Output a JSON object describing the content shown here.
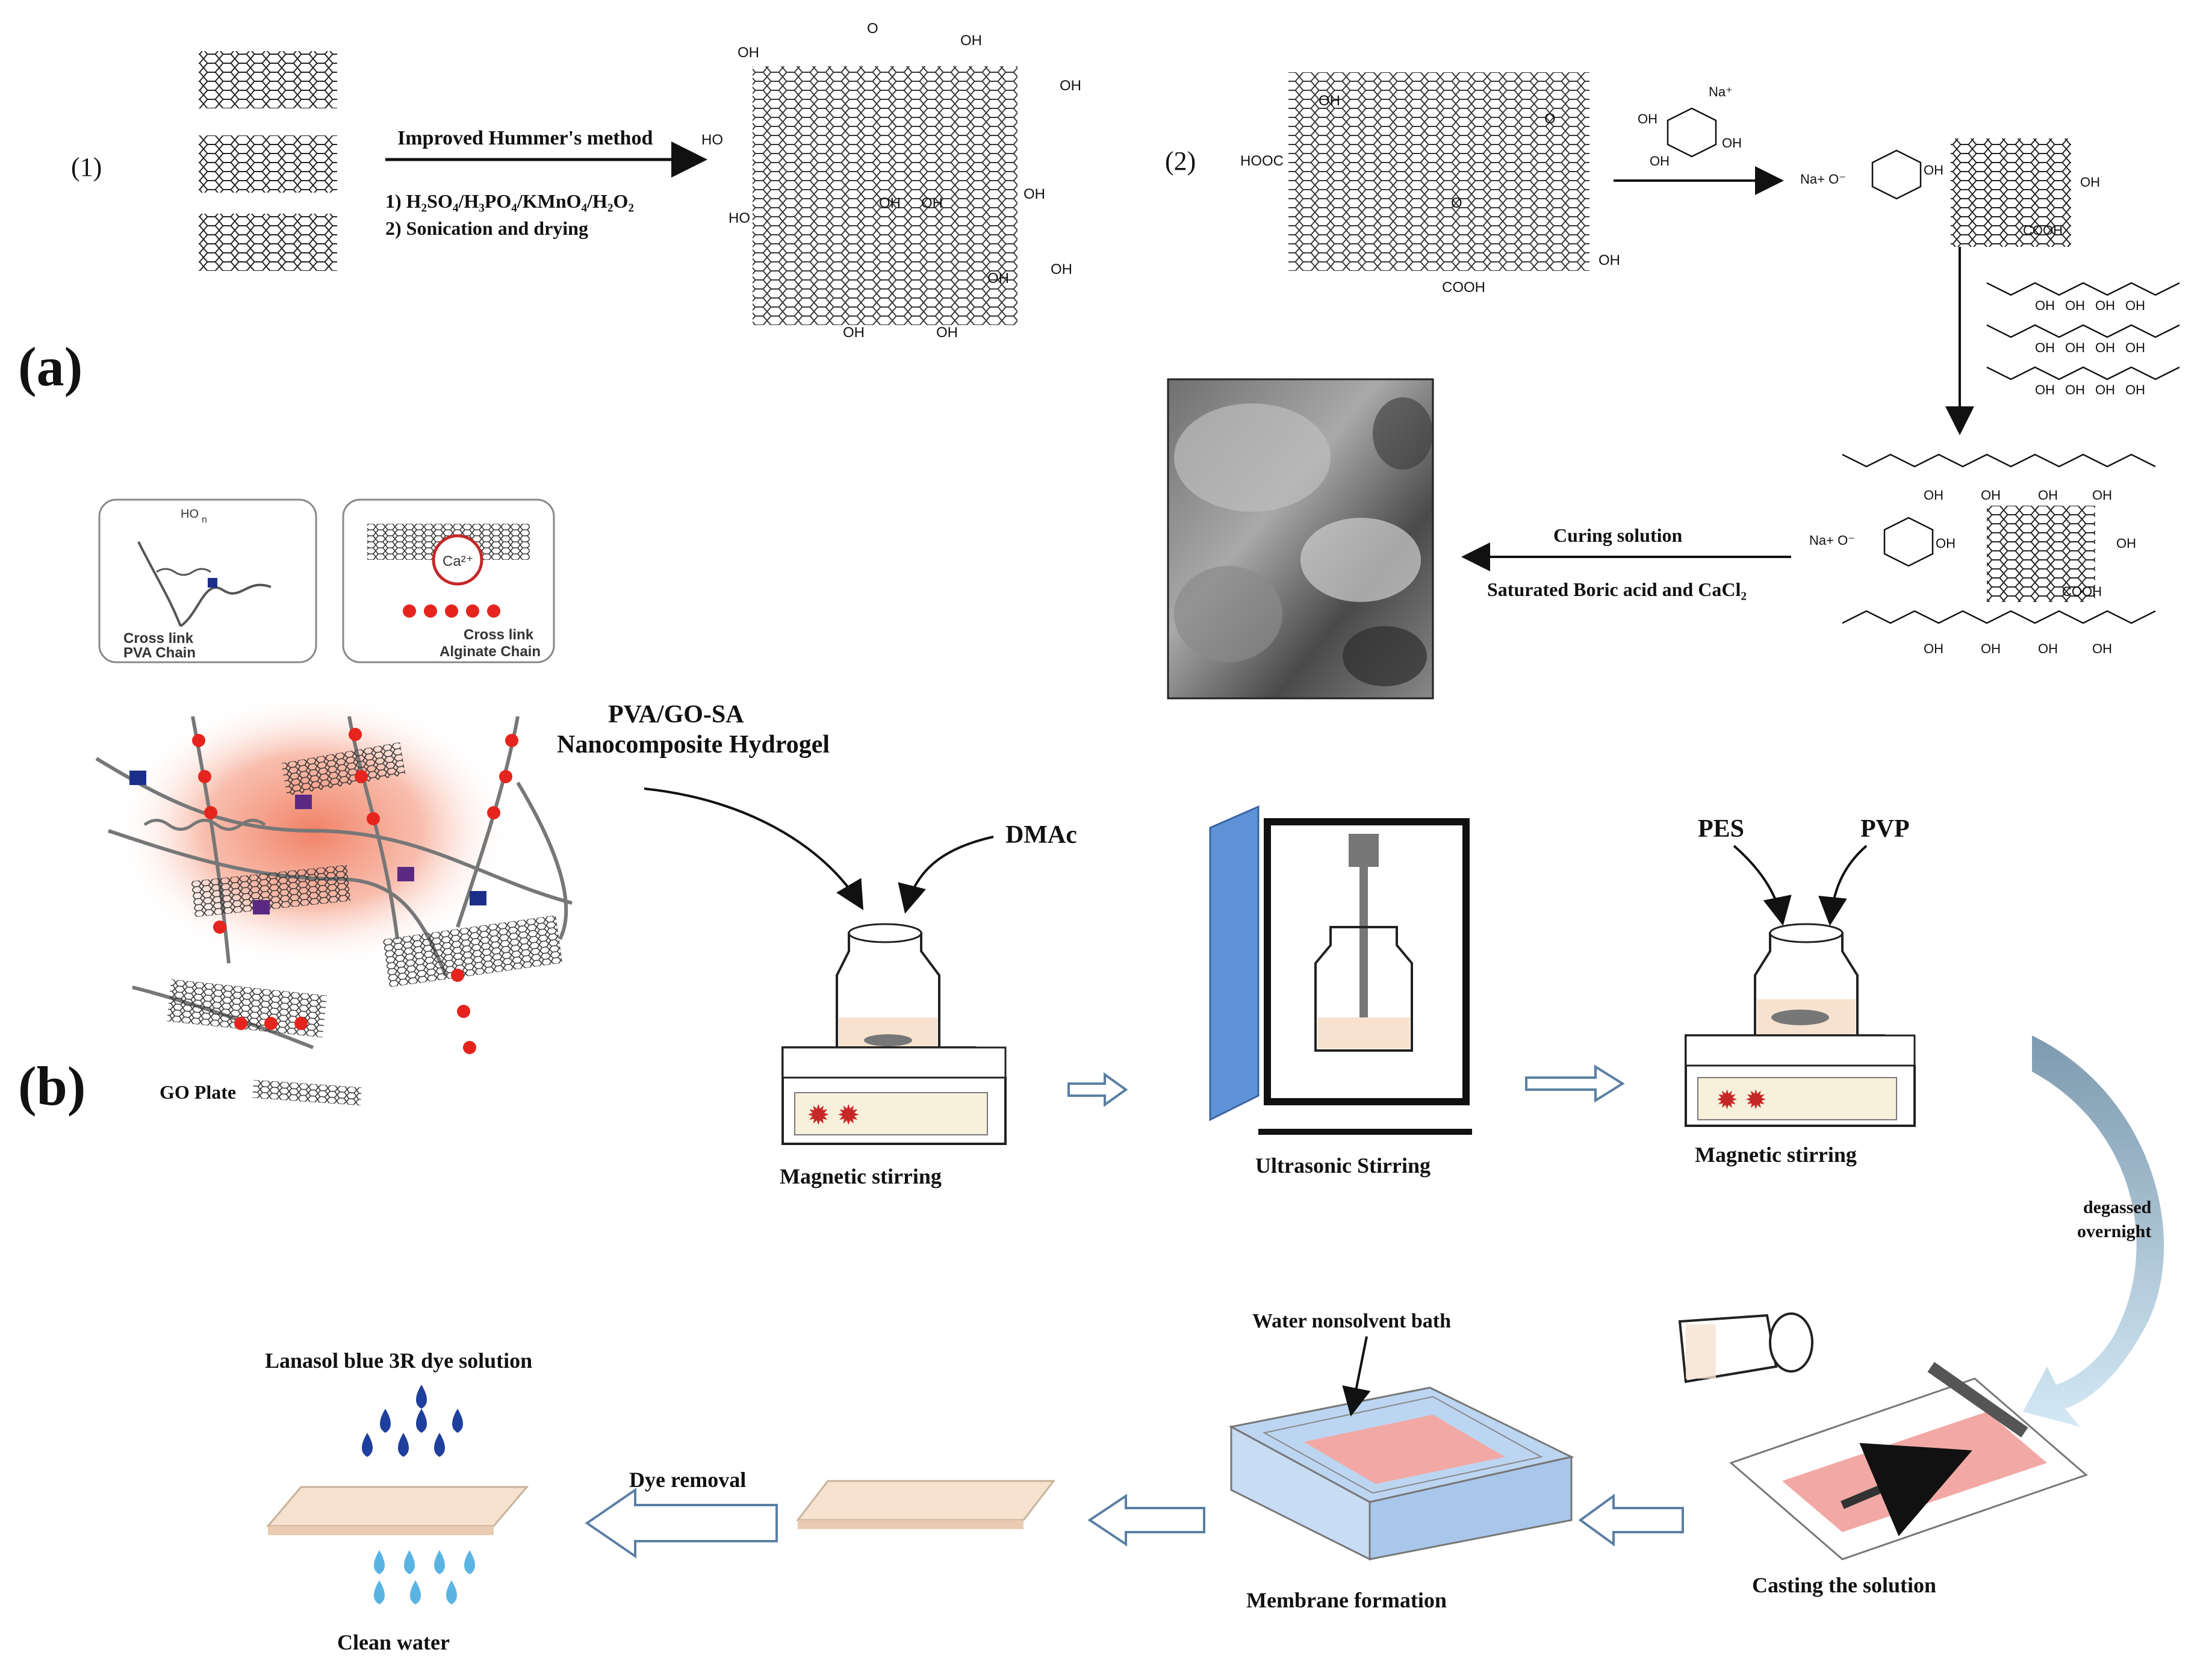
{
  "panel_a": {
    "panel_label": "(a)",
    "step1_label": "(1)",
    "step2_label": "(2)",
    "hummers_title": "Improved Hummer's method",
    "reagent_prefix": "1)  ",
    "reagents": "H₂SO₄/H₃PO₄/KMnO₄/H₂O₂",
    "step2_prefix": "2)  ",
    "step2_text": "Sonication and drying",
    "curing_solution": "Curing solution",
    "curing_reagents": "Saturated Boric acid and CaCl₂",
    "chem": {
      "cooh": "COOH",
      "hooc": "HOOC",
      "oh": "OH",
      "o": "O",
      "ho": "HO",
      "na_plus": "Na⁺",
      "na_plus_o_minus": "Na+ O⁻",
      "na_o_minus": "Na+ O⁻",
      "h2o_short": "OH",
      "na_sup": "Na⁺"
    }
  },
  "panel_b": {
    "panel_label": "(b)",
    "inset_pva_caption": "Cross link PVA Chain",
    "inset_pva_line1": "Cross link",
    "inset_pva_line2": "PVA Chain",
    "inset_alg_line1": "Cross link",
    "inset_alg_line2": "Alginate Chain",
    "ca_label": "Ca²⁺",
    "ho_label": "HO",
    "n_label": "n",
    "hydrogel_line1": "PVA/GO-SA",
    "hydrogel_line2": "Nanocomposite Hydrogel",
    "go_plate": "GO Plate",
    "dmac": "DMAc",
    "pes": "PES",
    "pvp": "PVP",
    "magnetic_stirring_1": "Magnetic stirring",
    "ultrasonic_stirring": "Ultrasonic Stirring",
    "magnetic_stirring_2": "Magnetic stirring",
    "degassed_line1": "degassed",
    "degassed_line2": "overnight",
    "water_bath": "Water nonsolvent bath",
    "casting": "Casting the solution",
    "membrane_formation": "Membrane formation",
    "dye_removal": "Dye removal",
    "dye_solution": "Lanasol blue 3R dye solution",
    "clean_water": "Clean water"
  },
  "colors": {
    "ink": "#111111",
    "hydrogel_glow": "#f4a08a",
    "red_bead": "#e5251d",
    "blue_node": "#1b2f8a",
    "purple_node": "#5a2a82",
    "bath_blue": "#bcd6f2",
    "membrane_pink": "#f2a9a5",
    "membrane_beige": "#f6e2cf",
    "dye_blue": "#1e3f9c",
    "water_blue": "#5ab4e2",
    "ultrasonic_panel": "#5e93d8",
    "arrow_steel": "#7d9bb3"
  }
}
